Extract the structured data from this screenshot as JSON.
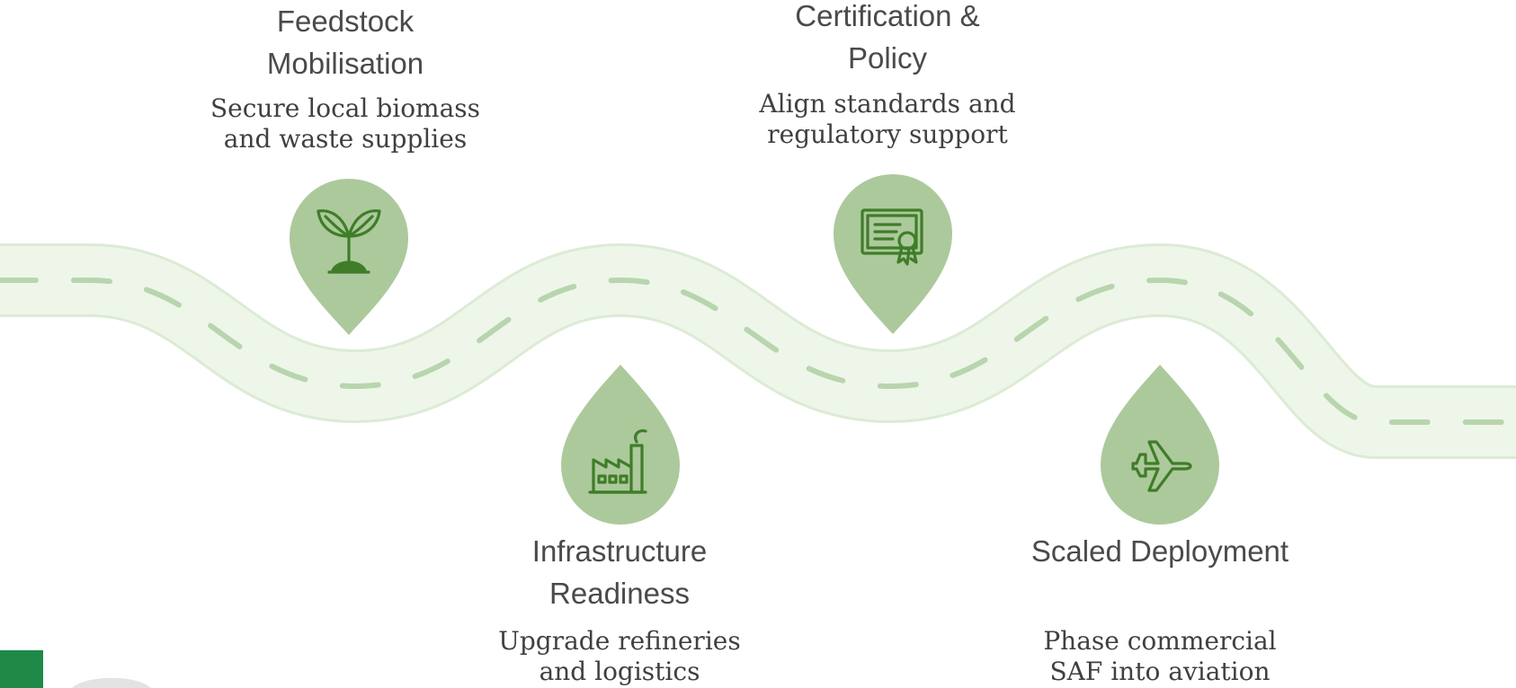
{
  "milestones": [
    {
      "title": [
        "Feedstock",
        "Mobilisation"
      ],
      "description": [
        "Secure local biomass",
        "and waste supplies"
      ],
      "icon": "seedling-icon"
    },
    {
      "title": [
        "Infrastructure",
        "Readiness"
      ],
      "description": [
        "Upgrade refineries",
        "and logistics"
      ],
      "icon": "factory-icon"
    },
    {
      "title": [
        "Certification &",
        "Policy"
      ],
      "description": [
        "Align standards and",
        "regulatory support"
      ],
      "icon": "certificate-icon"
    },
    {
      "title": [
        "Scaled Deployment"
      ],
      "description": [
        "Phase commercial",
        "SAF into aviation"
      ],
      "icon": "airplane-icon"
    }
  ],
  "colors": {
    "road": "#eef6ea",
    "road_edge": "#dcebd5",
    "dash": "#b8d5ae",
    "pin": "#acc99c",
    "icon": "#3f7d28",
    "accent": "#1f8a48",
    "title_text": "#4a4a4a",
    "desc_text": "#404040"
  }
}
